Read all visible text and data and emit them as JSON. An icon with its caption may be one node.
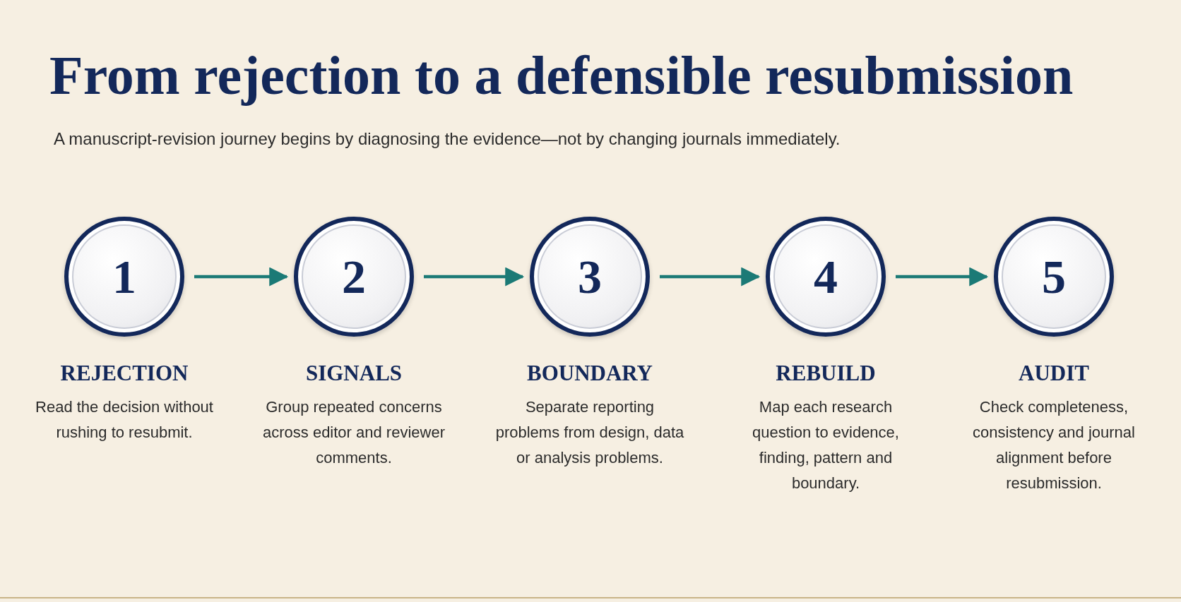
{
  "diagram": {
    "title": "From rejection to a defensible resubmission",
    "caption": "A manuscript-revision journey begins by diagnosing the evidence—not by changing journals immediately.",
    "nodes": [
      {
        "text": [
          "1"
        ],
        "beside": [
          "REJECTION",
          "Read the decision without rushing to resubmit."
        ]
      },
      {
        "text": [
          "2"
        ],
        "beside": [
          "SIGNALS",
          "Group repeated concerns across editor and reviewer comments."
        ]
      },
      {
        "text": [
          "3"
        ],
        "beside": [
          "BOUNDARY",
          "Separate reporting problems from design, data or analysis problems."
        ]
      },
      {
        "text": [
          "4"
        ],
        "beside": [
          "REBUILD",
          "Map each research question to evidence, finding, pattern and boundary."
        ]
      },
      {
        "text": [
          "5"
        ],
        "beside": [
          "AUDIT",
          "Check completeness, consistency and journal alignment before resubmission."
        ]
      }
    ],
    "edges": [
      {
        "from": 0,
        "to": 1,
        "arrow": "to"
      },
      {
        "from": 1,
        "to": 2,
        "arrow": "to"
      },
      {
        "from": 2,
        "to": 3,
        "arrow": "to"
      },
      {
        "from": 3,
        "to": 4,
        "arrow": "to"
      }
    ]
  }
}
